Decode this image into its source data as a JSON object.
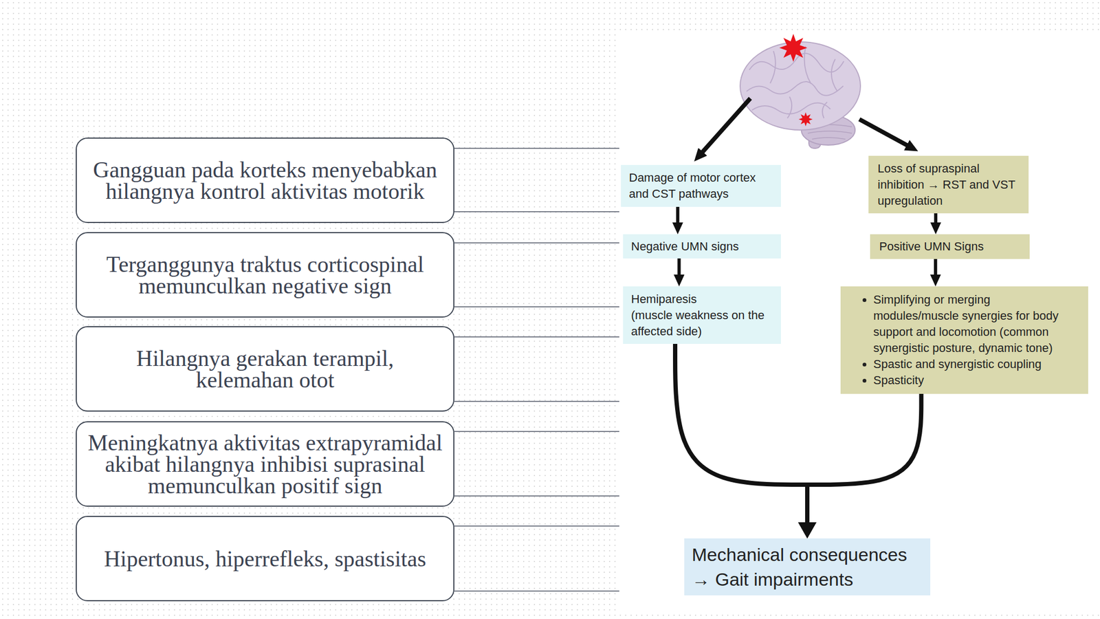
{
  "diagram": {
    "nodes": [
      {
        "text": [
          "Gangguan pada korteks menyebabkan hilangnya kontrol aktivitas motorik"
        ]
      },
      {
        "text": [
          "Terganggunya traktus corticospinal memunculkan negative sign"
        ]
      },
      {
        "text": [
          "Hilangnya gerakan terampil, kelemahan otot"
        ]
      },
      {
        "text": [
          "Meningkatnya aktivitas extrapyramidal akibat hilangnya inhibisi suprasinal memunculkan positif sign"
        ]
      },
      {
        "text": [
          "Hipertonus, hiperrefleks, spastisitas"
        ]
      },
      {
        "text": [
          "Damage of motor cortex and CST pathways"
        ]
      },
      {
        "text": [
          "Loss of supraspinal inhibition → RST and VST upregulation"
        ]
      },
      {
        "text": [
          "Negative UMN signs"
        ]
      },
      {
        "text": [
          "Positive UMN Signs"
        ]
      },
      {
        "text": [
          "Hemiparesis",
          "(muscle weakness on the affected side)"
        ]
      },
      {
        "text": [
          "Simplifying or merging modules/muscle synergies for body support and locomotion (common synergistic posture, dynamic tone)",
          "Spastic and synergistic coupling",
          "Spasticity"
        ]
      },
      {
        "text": [
          "Mechanical consequences → Gait impairments"
        ]
      }
    ],
    "edges": [
      {
        "from": 5,
        "to": 7,
        "arrow": "to"
      },
      {
        "from": 7,
        "to": 9,
        "arrow": "to"
      },
      {
        "from": 6,
        "to": 8,
        "arrow": "to"
      },
      {
        "from": 8,
        "to": 10,
        "arrow": "to"
      },
      {
        "from": 9,
        "to": 11,
        "arrow": "to"
      },
      {
        "from": 10,
        "to": 11,
        "arrow": "to"
      }
    ]
  }
}
